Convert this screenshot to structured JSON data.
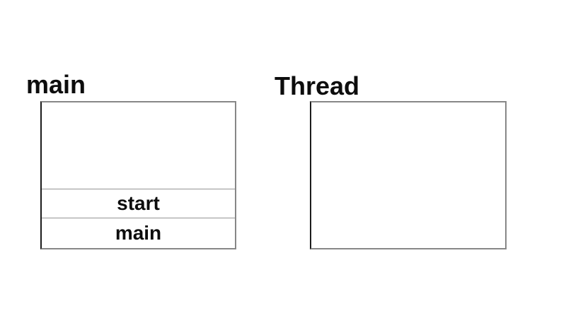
{
  "diagram": {
    "left_group": {
      "title": "main",
      "stack_frames": [
        "start",
        "main"
      ]
    },
    "right_group": {
      "title": "Thread",
      "stack_frames": []
    },
    "colors": {
      "background": "#ffffff",
      "box_border": "#878787",
      "box_border_left": "#1c1c1c",
      "divider": "#949494",
      "text": "#0d0d0d"
    }
  }
}
